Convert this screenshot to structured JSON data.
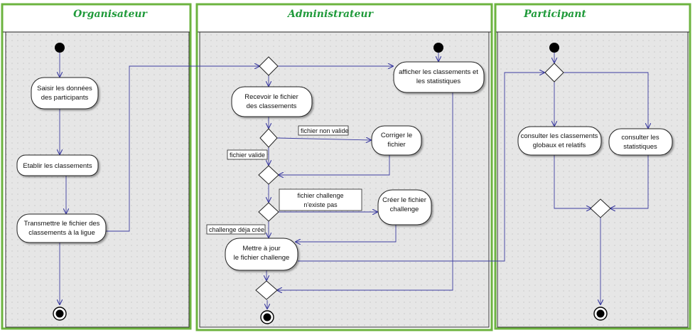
{
  "swimlanes": [
    {
      "id": "organisateur",
      "title": "Organisateur"
    },
    {
      "id": "administrateur",
      "title": "Administrateur"
    },
    {
      "id": "participant",
      "title": "Participant"
    }
  ],
  "activities": {
    "saisir": [
      "Saisir les données",
      "des participants"
    ],
    "etablir": [
      "Etablir les classements"
    ],
    "transmettre": [
      "Transmettre le fichier des",
      "classements à la ligue"
    ],
    "recevoir": [
      "Recevoir le fichier",
      "des  classements"
    ],
    "afficher": [
      "afficher les classements et",
      "les statistiques"
    ],
    "corriger": [
      "Corriger le",
      "fichier"
    ],
    "creer": [
      "Créer le fichier",
      "challenge"
    ],
    "mettre": [
      "Mettre à jour",
      "le fichier challenge"
    ],
    "consulter_classements": [
      "consulter les classements",
      "globaux et relatifs"
    ],
    "consulter_stats": [
      "consulter les",
      "statistiques"
    ]
  },
  "guards": {
    "non_valide": [
      "fichier non valide"
    ],
    "valide": [
      "fichier valide"
    ],
    "challenge_nexiste": [
      "fichier challenge",
      "n'existe pas"
    ],
    "challenge_existe": [
      "challenge déja crée"
    ]
  },
  "colors": {
    "lane_border": "#6cb33f",
    "lane_title": "#1f9a3a",
    "flow_arrow": "#3c3ca0",
    "background": "#e8e8e8"
  }
}
